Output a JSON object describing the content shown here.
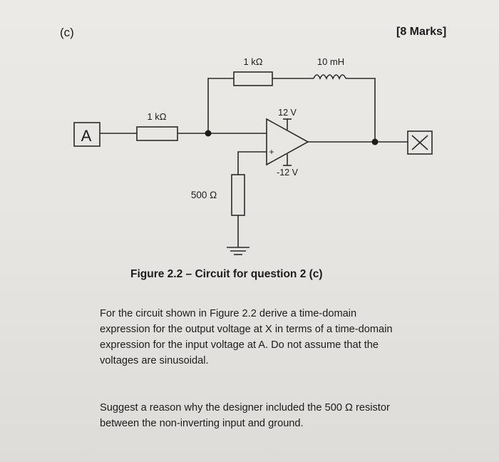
{
  "header": {
    "part_label": "(c)",
    "marks": "[8 Marks]"
  },
  "circuit": {
    "input_terminal": "A",
    "output_terminal": "X",
    "r_input_label": "1 kΩ",
    "r_feedback_label": "1 kΩ",
    "l_feedback_label": "10 mH",
    "r_ground_label": "500 Ω",
    "supply_pos_label": "12 V",
    "supply_neg_label": "-12 V",
    "opamp_plus_sign": "+"
  },
  "figure_caption": "Figure 2.2 – Circuit for question 2 (c)",
  "question": {
    "paragraph1_lines": [
      "For the circuit shown in Figure 2.2 derive a time-domain",
      "expression for the output voltage at X in terms of a time-domain",
      "expression for the input voltage at A.  Do not assume that the",
      "voltages are sinusoidal."
    ],
    "paragraph2_lines": [
      "Suggest a reason why the designer included the 500 Ω resistor",
      "between the non-inverting input and ground."
    ]
  }
}
